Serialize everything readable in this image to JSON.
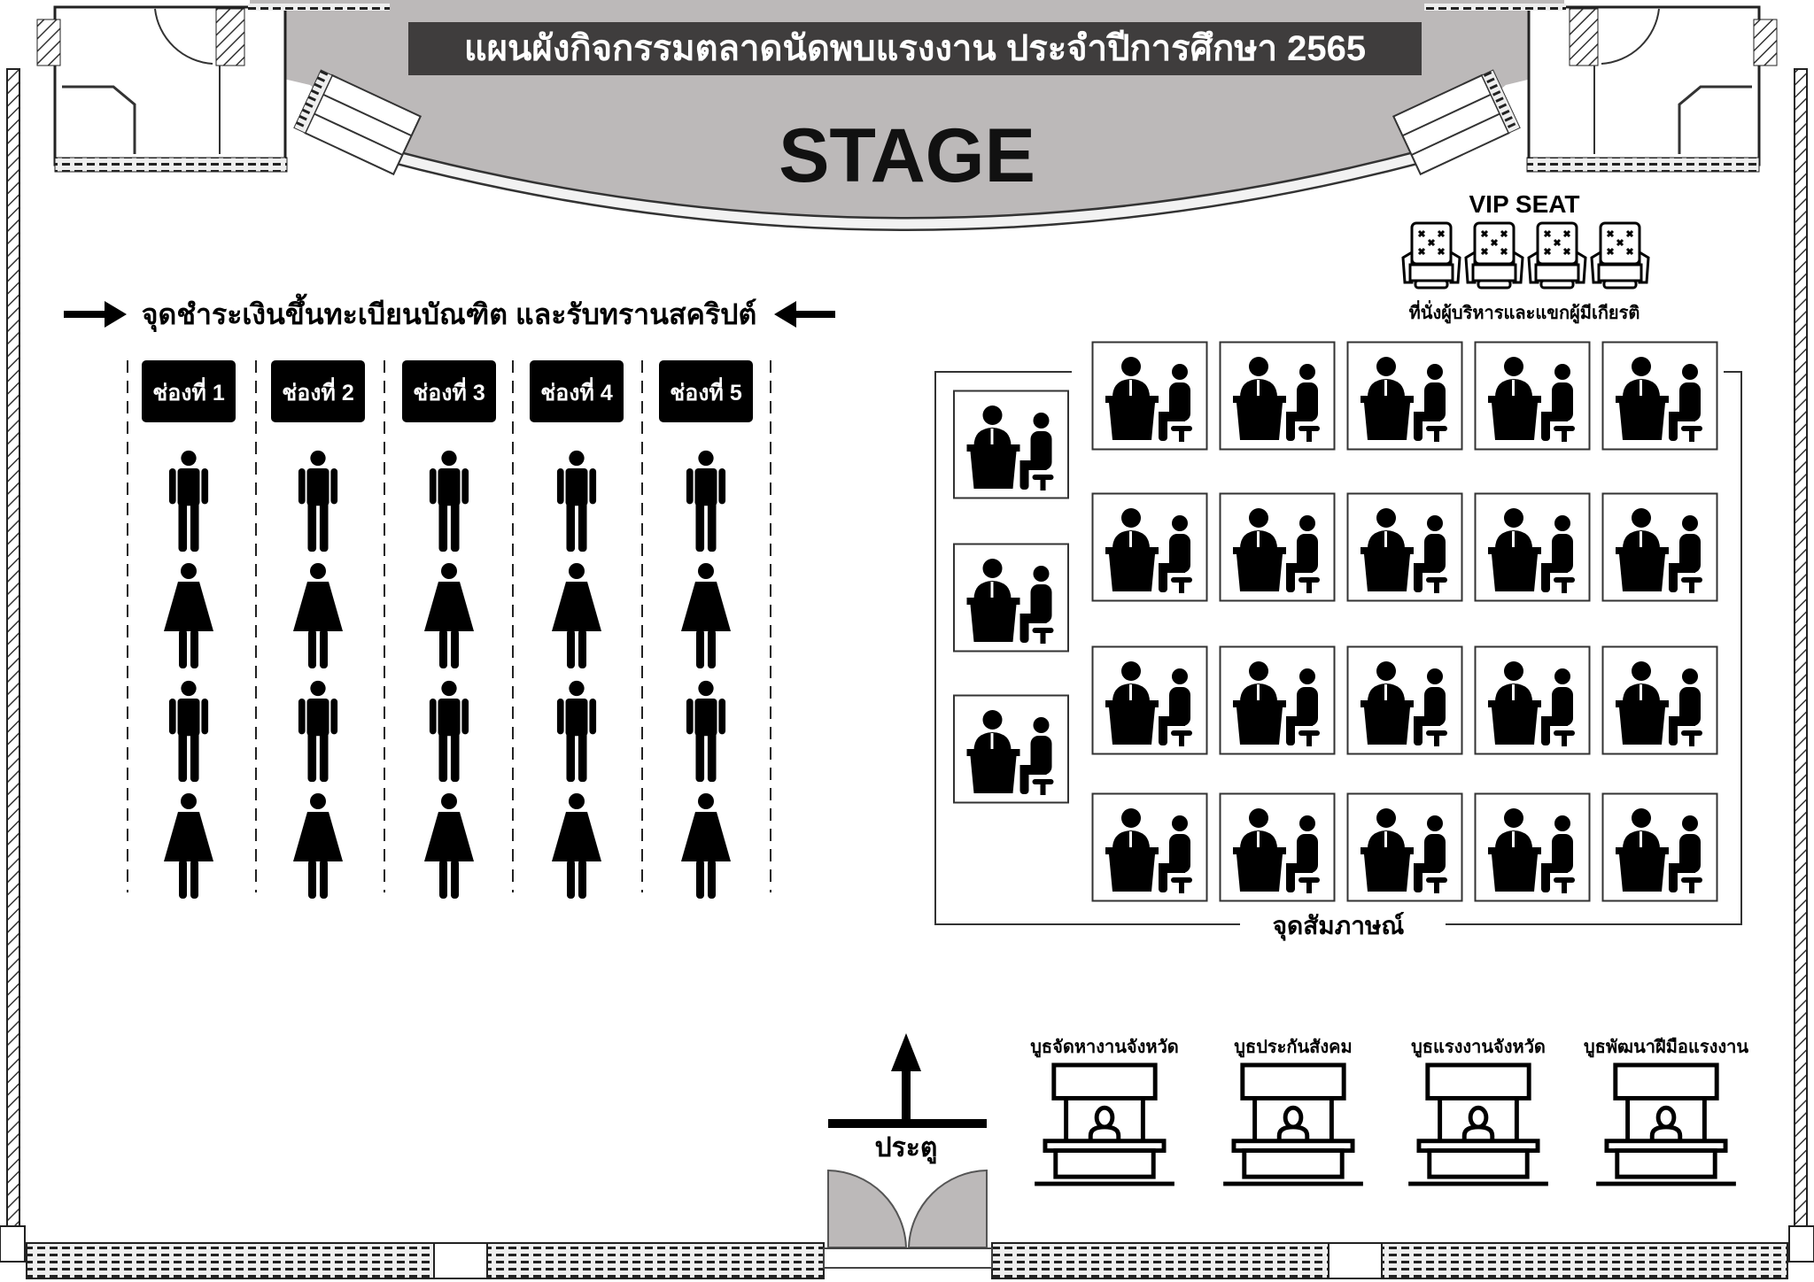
{
  "title": "แผนผังกิจกรรมตลาดนัดพบแรงงาน ประจำปีการศึกษา 2565",
  "stage_label": "STAGE",
  "vip": {
    "title": "VIP SEAT",
    "caption": "ที่นั่งผู้บริหารและแขกผู้มีเกียรติ",
    "chairs": 4
  },
  "registration": {
    "heading": "จุดชำระเงินขึ้นทะเบียนบัณฑิต และรับทรานสคริปต์",
    "counters": [
      "ช่องที่ 1",
      "ช่องที่ 2",
      "ช่องที่ 3",
      "ช่องที่ 4",
      "ช่องที่ 5"
    ],
    "queue_pattern": [
      "male",
      "female",
      "male",
      "female"
    ]
  },
  "interview": {
    "label": "จุดสัมภาษณ์",
    "grid_rows": 4,
    "grid_cols": 5,
    "side_booths": 3
  },
  "door": {
    "label": "ประตู"
  },
  "service_booths": [
    "บูธจัดหางานจังหวัด",
    "บูธประกันสังคม",
    "บูธแรงงานจังหวัด",
    "บูธพัฒนาฝีมือแรงงาน"
  ],
  "colors": {
    "stage": "#bcb9b9",
    "title_bg": "#3f3d3d",
    "ink": "#000000"
  }
}
